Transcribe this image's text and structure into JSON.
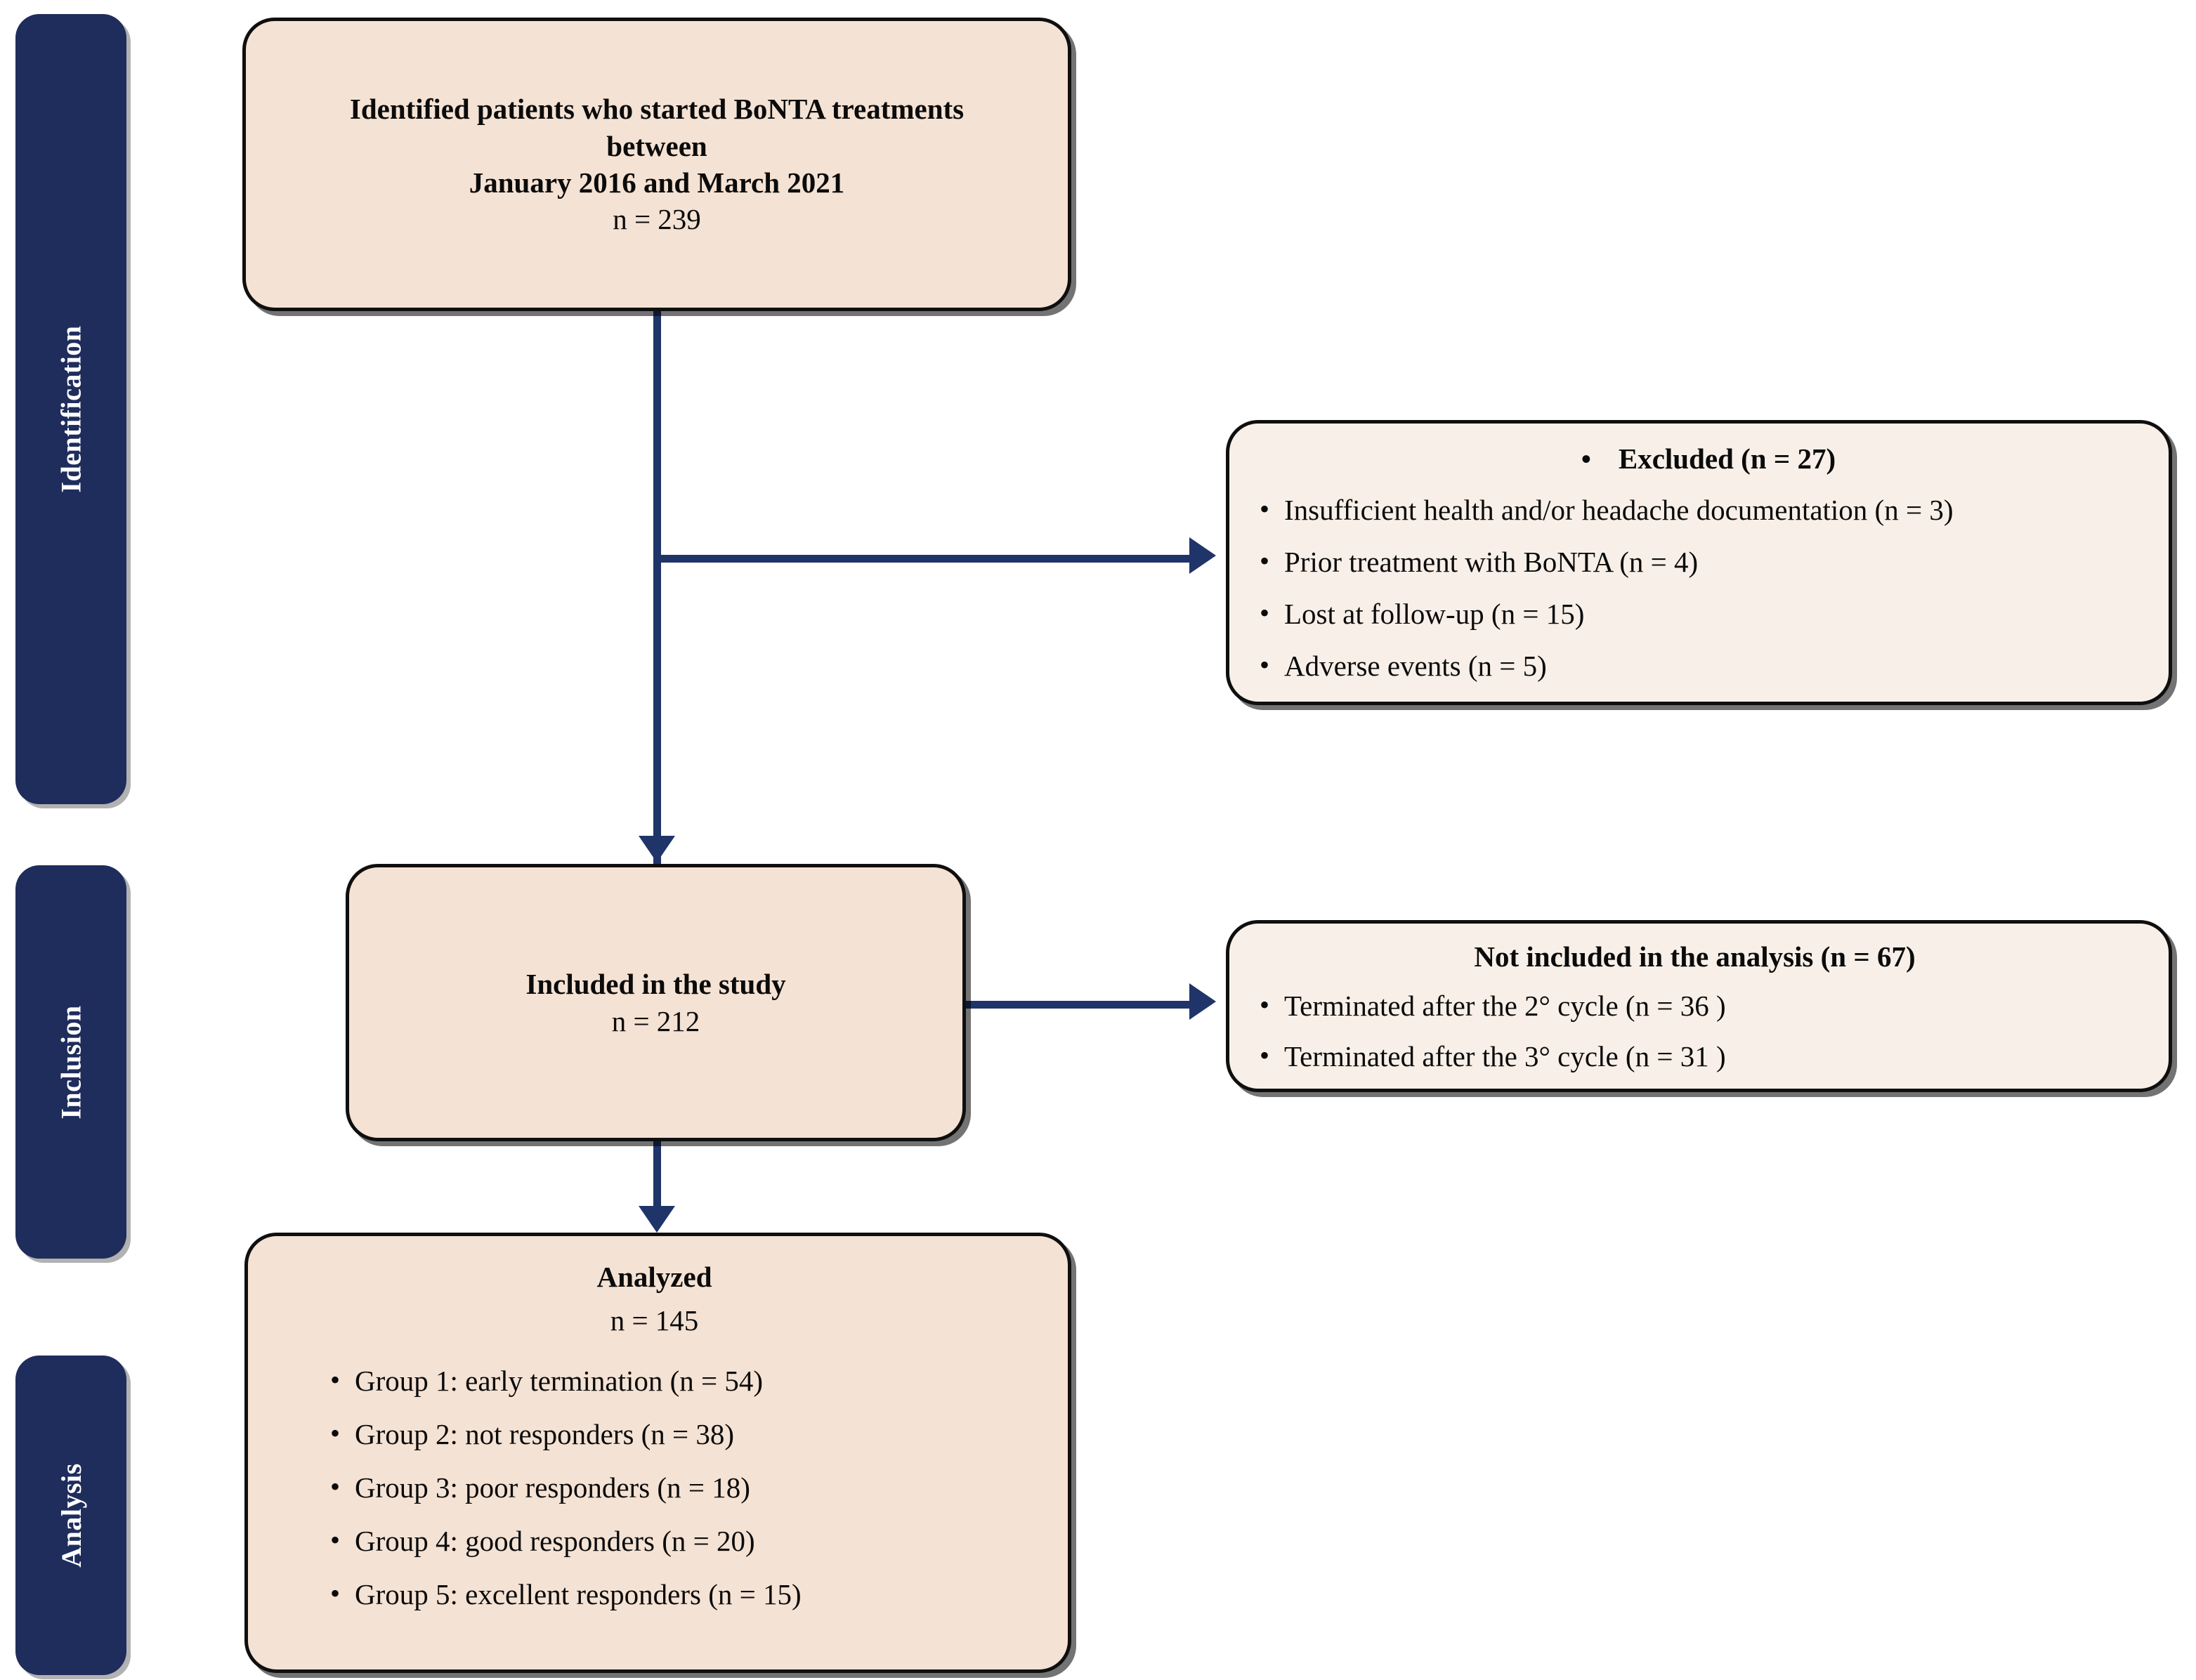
{
  "stages": [
    {
      "label": "Identification"
    },
    {
      "label": "Inclusion"
    },
    {
      "label": "Analysis"
    }
  ],
  "boxes": {
    "identified": {
      "line1": "Identified patients who started BoNTA treatments",
      "line2": "between",
      "line3": "January 2016 and March 2021",
      "line4": "n = 239"
    },
    "excluded": {
      "bullet_glyph": "•",
      "heading": "Excluded (n = 27)",
      "items": [
        " Insufficient health and/or headache documentation (n = 3)",
        "Prior treatment with BoNTA (n = 4)",
        "Lost at follow-up (n = 15)",
        "Adverse events (n = 5)"
      ]
    },
    "included": {
      "line1": "Included in the study",
      "line2": "n = 212"
    },
    "not_included": {
      "bullet_glyph": "•",
      "heading": "Not included in the analysis (n = 67)",
      "items": [
        "Terminated after the 2° cycle (n = 36 )",
        "Terminated after the 3° cycle (n = 31   )"
      ]
    },
    "analyzed": {
      "bullet_glyph": "•",
      "title": "Analyzed",
      "count": "n = 145",
      "items": [
        "Group 1: early termination (n = 54)",
        "Group 2: not responders (n = 38)",
        "Group 3: poor responders (n = 18)",
        "Group 4: good responders (n = 20)",
        "Group 5: excellent responders (n = 15)"
      ]
    }
  },
  "colors": {
    "stage_bar": "#1f2d5c",
    "box_peach": "#f4e2d4",
    "box_cream": "#f8f0e8",
    "connector": "#1f3468",
    "box_border": "#0f0f0f",
    "text": "#0b0b0b"
  }
}
